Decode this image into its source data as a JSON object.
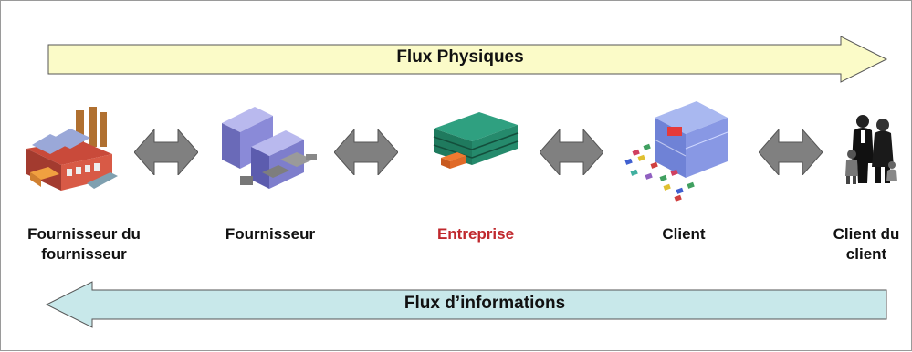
{
  "flows": {
    "physical": "Flux Physiques",
    "information": "Flux d’informations"
  },
  "nodes": [
    {
      "id": "supplier-of-supplier",
      "icon": "factory-icon",
      "label_line1": "Fournisseur du",
      "label_line2": "fournisseur"
    },
    {
      "id": "supplier",
      "icon": "plant-icon",
      "label_line1": "Fournisseur",
      "label_line2": ""
    },
    {
      "id": "company",
      "icon": "warehouse-icon",
      "label_line1": "Entreprise",
      "label_line2": ""
    },
    {
      "id": "client",
      "icon": "store-icon",
      "label_line1": "Client",
      "label_line2": ""
    },
    {
      "id": "client-of-client",
      "icon": "family-icon",
      "label_line1": "Client du",
      "label_line2": "client"
    }
  ],
  "colors": {
    "physical_arrow_fill": "#fbfbc8",
    "information_arrow_fill": "#c8e8ea",
    "connector_fill": "#808080",
    "accent_label": "#c0282d"
  }
}
